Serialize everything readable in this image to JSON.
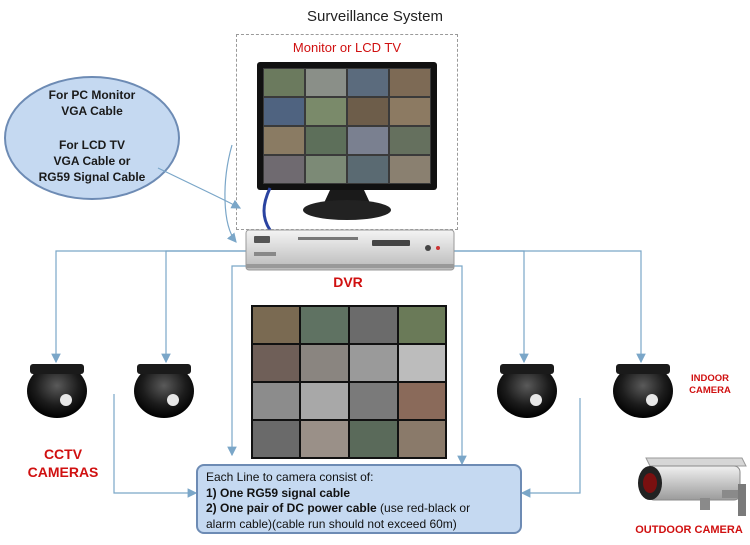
{
  "title": "Surveillance System",
  "monitor": {
    "label": "Monitor or LCD TV"
  },
  "callout": {
    "pc_monitor_title": "For PC Monitor",
    "pc_monitor_cable": "VGA Cable",
    "lcd_tv_title": "For LCD TV",
    "lcd_tv_cable_1": "VGA Cable or",
    "lcd_tv_cable_2": "RG59 Signal Cable"
  },
  "dvr": {
    "label": "DVR"
  },
  "cctv_label_1": "CCTV",
  "cctv_label_2": "CAMERAS",
  "indoor_label_1": "INDOOR",
  "indoor_label_2": "CAMERA",
  "outdoor_label": "OUTDOOR CAMERA",
  "info": {
    "intro": "Each Line to camera consist of:",
    "item1": "1) One RG59 signal cable",
    "item2_bold": "2) One pair of DC power cable",
    "item2_rest": " (use red-black or",
    "item2_cont": "alarm cable)(cable run should not exceed 60m)"
  },
  "colors": {
    "label_red": "#d01010",
    "box_fill": "#c5d9f1",
    "box_border": "#6d8bb4",
    "wire": "#7aa6c8"
  }
}
